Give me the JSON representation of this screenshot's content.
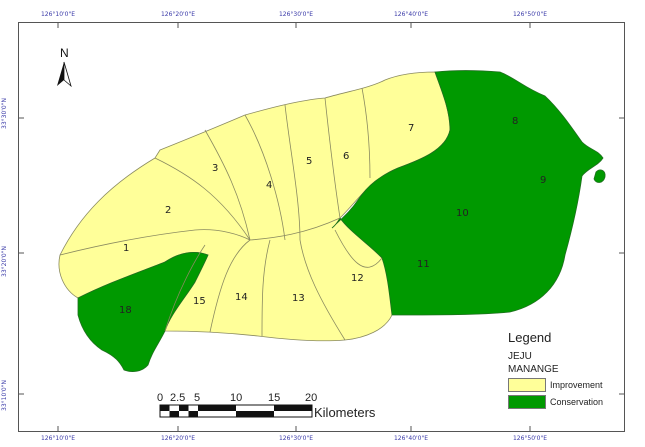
{
  "map": {
    "zones": [
      {
        "label": "1",
        "category": "improvement"
      },
      {
        "label": "2",
        "category": "improvement"
      },
      {
        "label": "3",
        "category": "improvement"
      },
      {
        "label": "4",
        "category": "improvement"
      },
      {
        "label": "5",
        "category": "improvement"
      },
      {
        "label": "6",
        "category": "improvement"
      },
      {
        "label": "7",
        "category": "improvement"
      },
      {
        "label": "8",
        "category": "conservation"
      },
      {
        "label": "9",
        "category": "conservation"
      },
      {
        "label": "10",
        "category": "conservation"
      },
      {
        "label": "11",
        "category": "conservation"
      },
      {
        "label": "12",
        "category": "improvement"
      },
      {
        "label": "13",
        "category": "improvement"
      },
      {
        "label": "14",
        "category": "improvement"
      },
      {
        "label": "15",
        "category": "improvement"
      },
      {
        "label": "18",
        "category": "conservation"
      }
    ],
    "colors": {
      "improvement": "#ffff99",
      "conservation": "#009900",
      "boundary": "#8a8a60"
    }
  },
  "coordinates": {
    "longitudes": [
      "126°10'0\"E",
      "126°20'0\"E",
      "126°30'0\"E",
      "126°40'0\"E",
      "126°50'0\"E"
    ],
    "latitudes": [
      "33°10'0\"N",
      "33°20'0\"N",
      "33°30'0\"N"
    ]
  },
  "north_arrow": {
    "label": "N"
  },
  "scale_bar": {
    "ticks": [
      "0",
      "2.5",
      "5",
      "10",
      "15",
      "20"
    ],
    "unit": "Kilometers"
  },
  "legend": {
    "title": "Legend",
    "layer": "JEJU",
    "field": "MANANGE",
    "items": [
      {
        "label": "Improvement",
        "color": "#ffff99"
      },
      {
        "label": "Conservation",
        "color": "#009900"
      }
    ]
  }
}
